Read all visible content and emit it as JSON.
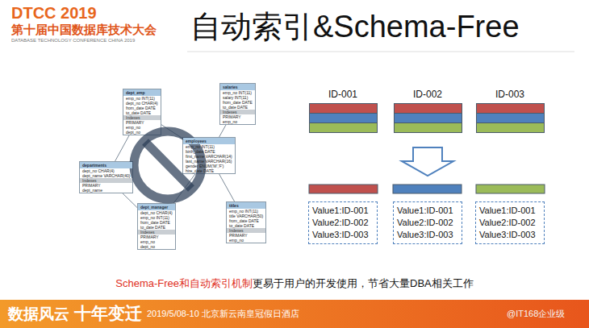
{
  "diagram": {
    "title": "自动索引&Schema-Free",
    "nodes": [
      {
        "text": [
          "dept_emp",
          "emp_no INT(11)",
          "dept_no CHAR(4)",
          "from_date DATE",
          "to_date DATE",
          "Indexes",
          "PRIMARY",
          "emp_no",
          "dept_no"
        ]
      },
      {
        "text": [
          "salaries",
          "emp_no INT(11)",
          "salary INT(11)",
          "from_date DATE",
          "to_date DATE",
          "Indexes",
          "PRIMARY",
          "emp_no"
        ]
      },
      {
        "text": [
          "employees",
          "emp_no INT(11)",
          "birth_date DATE",
          "first_name VARCHAR(14)",
          "last_name VARCHAR(16)",
          "gender ENUM('M','F')",
          "hire_date DATE"
        ]
      },
      {
        "text": [
          "departments",
          "dept_no CHAR(4)",
          "dept_name VARCHAR(40)",
          "Indexes",
          "PRIMARY",
          "dept_name"
        ]
      },
      {
        "text": [
          "dept_manager",
          "dept_no CHAR(4)",
          "emp_no INT(11)",
          "from_date DATE",
          "to_date DATE",
          "Indexes",
          "PRIMARY",
          "emp_no",
          "dept_no"
        ]
      },
      {
        "text": [
          "titles",
          "emp_no INT(11)",
          "title VARCHAR(50)",
          "from_date DATE",
          "to_date DATE",
          "Indexes",
          "PRIMARY",
          "emp_no"
        ]
      },
      {
        "text": [
          "ID-001"
        ]
      },
      {
        "text": [
          "ID-002"
        ]
      },
      {
        "text": [
          "ID-003"
        ]
      },
      {
        "text": [
          "Value1:ID-001",
          "Value2:ID-002",
          "Value3:ID-003"
        ]
      },
      {
        "text": [
          "Value1:ID-001",
          "Value2:ID-002",
          "Value3:ID-003"
        ]
      },
      {
        "text": [
          "Value1:ID-001",
          "Value2:ID-002",
          "Value3:ID-003"
        ]
      }
    ],
    "edges": [
      {
        "from": 0,
        "to": 2,
        "arrow": "none"
      },
      {
        "from": 1,
        "to": 2,
        "arrow": "none"
      },
      {
        "from": 3,
        "to": 0,
        "arrow": "none"
      },
      {
        "from": 3,
        "to": 4,
        "arrow": "none"
      },
      {
        "from": 4,
        "to": 2,
        "arrow": "none"
      },
      {
        "from": 5,
        "to": 2,
        "arrow": "none"
      }
    ],
    "labels": [
      "DTCC 2019",
      "第十届中国数据库技术大会",
      "DATABASE TECHNOLOGY CONFERENCE CHINA 2019",
      "Schema-Free和自动索引机制",
      "更易于用户的开发使用，节省大量DBA相关工作",
      "数据风云",
      "十年变迁",
      "2019/5/08-10 北京新云南皇冠假日酒店",
      "@IT168企业级"
    ]
  }
}
